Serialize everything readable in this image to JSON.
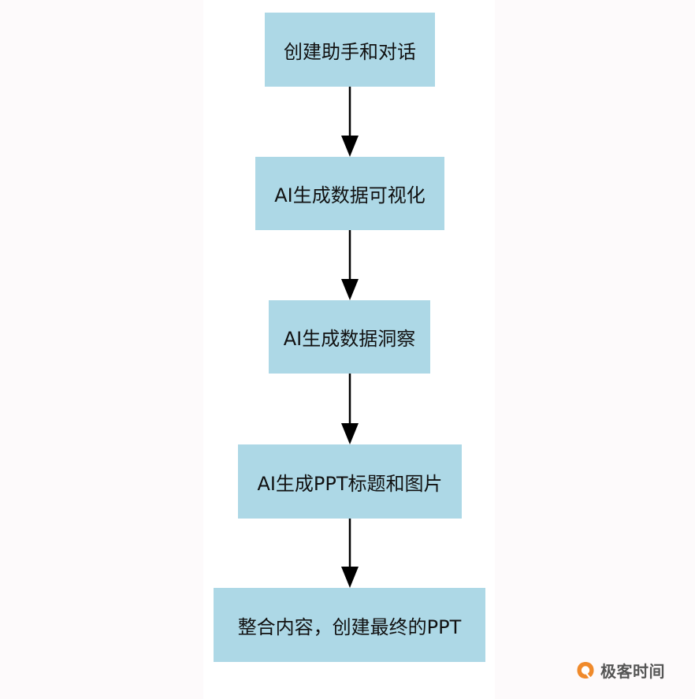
{
  "flowchart": {
    "fill_color": "#add8e6",
    "arrow_color": "#000000",
    "nodes": [
      {
        "id": "n1",
        "label": "创建助手和对话"
      },
      {
        "id": "n2",
        "label": "AI生成数据可视化"
      },
      {
        "id": "n3",
        "label": "AI生成数据洞察"
      },
      {
        "id": "n4",
        "label": "AI生成PPT标题和图片"
      },
      {
        "id": "n5",
        "label": "整合内容，创建最终的PPT"
      }
    ],
    "edges": [
      {
        "from": "n1",
        "to": "n2"
      },
      {
        "from": "n2",
        "to": "n3"
      },
      {
        "from": "n3",
        "to": "n4"
      },
      {
        "from": "n4",
        "to": "n5"
      }
    ]
  },
  "watermark": {
    "text": "极客时间",
    "logo_color": "#f08a2b"
  }
}
